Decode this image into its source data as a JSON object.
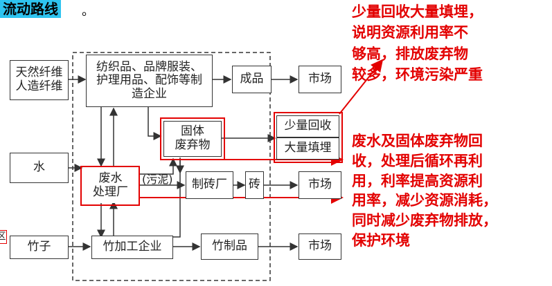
{
  "heading": {
    "text": "流动路线",
    "suffix": "。"
  },
  "nodes": {
    "fiber": "天然纤维\n人造纤维",
    "textile": "纺织品、品牌服装、\n护理用品、配饰等制\n造企业",
    "product": "成品",
    "market1": "市场",
    "solid_waste": "固体\n废弃物",
    "small_recycle": "少量回收",
    "large_landfill": "大量填埋",
    "water": "水",
    "wastewater": "废水\n处理厂",
    "sludge": "(污泥)",
    "brick_factory": "制砖厂",
    "brick": "砖",
    "market2": "市场",
    "bamboo": "竹子",
    "bamboo_factory": "竹加工企业",
    "bamboo_product": "竹制品",
    "market3": "市场",
    "edge_mark": "区"
  },
  "notes": {
    "top": "少量回收大量填埋，\n说明资源利用率不\n够高，排放废弃物\n较多，环境污染严重",
    "bottom": "废水及固体废弃物回\n收，处理后循环再利\n用，利率提高资源利\n用率，减少资源消耗，\n同时减少废弃物排放，\n保护环境"
  },
  "colors": {
    "highlight": "#2ec4f0",
    "annotation": "#e30000"
  }
}
